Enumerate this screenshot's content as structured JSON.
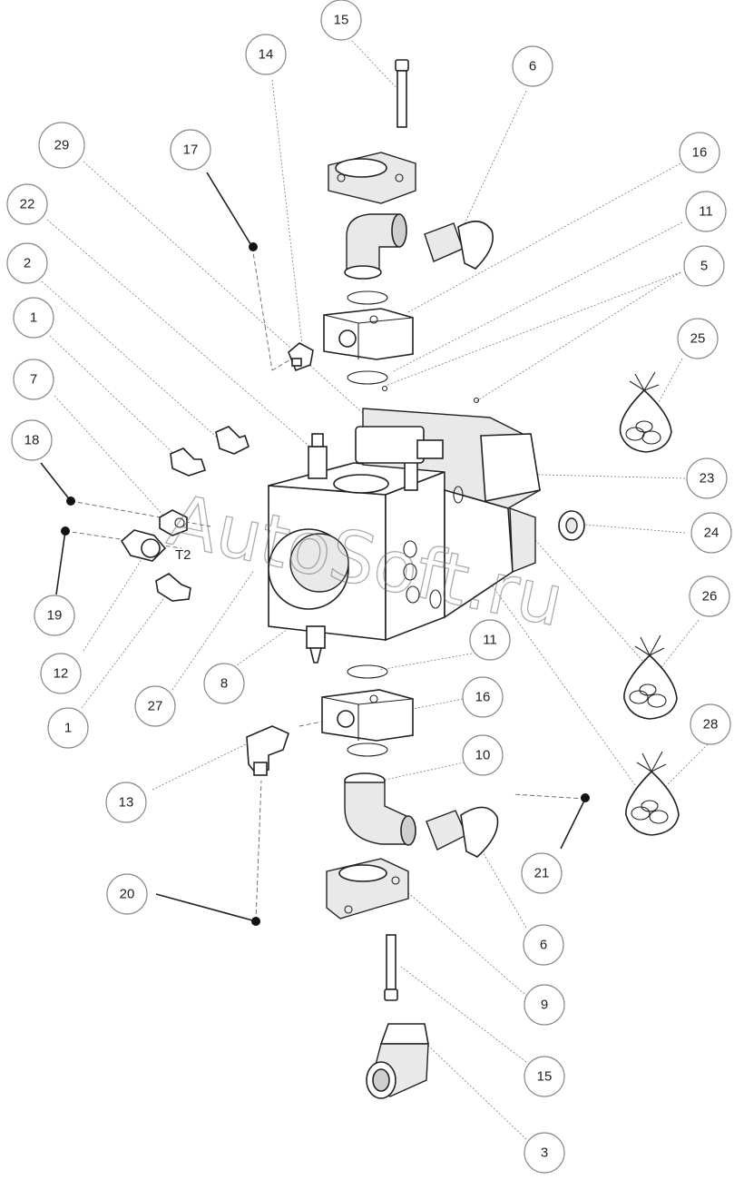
{
  "diagram": {
    "watermark": "AutoSoft.ru",
    "port_label": "T2",
    "callouts": [
      {
        "id": "c15a",
        "label": "15"
      },
      {
        "id": "c14",
        "label": "14"
      },
      {
        "id": "c6a",
        "label": "6"
      },
      {
        "id": "c29",
        "label": "29"
      },
      {
        "id": "c17",
        "label": "17"
      },
      {
        "id": "c16a",
        "label": "16"
      },
      {
        "id": "c22",
        "label": "22"
      },
      {
        "id": "c11a",
        "label": "11"
      },
      {
        "id": "c2",
        "label": "2"
      },
      {
        "id": "c5",
        "label": "5"
      },
      {
        "id": "c1a",
        "label": "1"
      },
      {
        "id": "c25",
        "label": "25"
      },
      {
        "id": "c7",
        "label": "7"
      },
      {
        "id": "c18",
        "label": "18"
      },
      {
        "id": "c23",
        "label": "23"
      },
      {
        "id": "c24",
        "label": "24"
      },
      {
        "id": "c19",
        "label": "19"
      },
      {
        "id": "c26",
        "label": "26"
      },
      {
        "id": "c12",
        "label": "12"
      },
      {
        "id": "c27",
        "label": "27"
      },
      {
        "id": "c8",
        "label": "8"
      },
      {
        "id": "c11b",
        "label": "11"
      },
      {
        "id": "c16b",
        "label": "16"
      },
      {
        "id": "c28",
        "label": "28"
      },
      {
        "id": "c1b",
        "label": "1"
      },
      {
        "id": "c10",
        "label": "10"
      },
      {
        "id": "c13",
        "label": "13"
      },
      {
        "id": "c21",
        "label": "21"
      },
      {
        "id": "c20",
        "label": "20"
      },
      {
        "id": "c6b",
        "label": "6"
      },
      {
        "id": "c9",
        "label": "9"
      },
      {
        "id": "c15b",
        "label": "15"
      },
      {
        "id": "c3",
        "label": "3"
      }
    ]
  }
}
